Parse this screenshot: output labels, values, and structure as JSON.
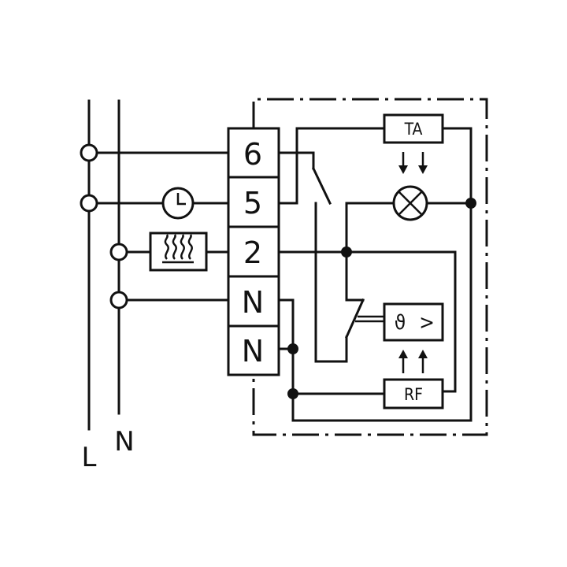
{
  "terminals": [
    "6",
    "5",
    "2",
    "N",
    "N"
  ],
  "components": {
    "ta": "TA",
    "rf": "RF",
    "sensor_symbol": "ϑ",
    "sensor_comparator": ">"
  },
  "line_labels": {
    "live": "L",
    "neutral": "N"
  }
}
